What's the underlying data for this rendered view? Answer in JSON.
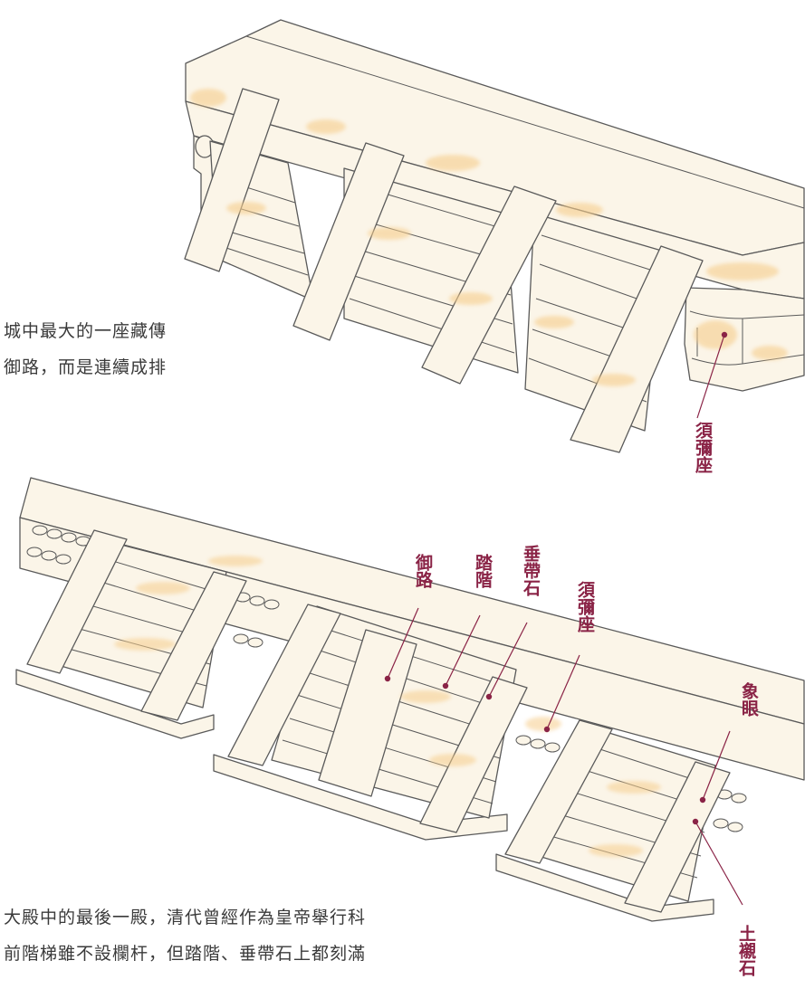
{
  "top_text": {
    "lines": [
      "城中最大的一座藏傳",
      "御路，而是連續成排"
    ]
  },
  "bottom_text": {
    "lines": [
      "大殿中的最後一殿，清代曾經作為皇帝舉行科",
      "前階梯雖不設欄杆，但踏階、垂帶石上都刻滿"
    ]
  },
  "labels": {
    "top_xumizuo": "須彌座",
    "yulu": "御路",
    "tajie": "踏階",
    "chuidaishi": "垂帶石",
    "xumizuo": "須彌座",
    "xiangyan": "象眼",
    "tuchenshi": "土襯石"
  },
  "colors": {
    "ink": "#5a5a5a",
    "stone": "#fbf5e8",
    "ochre": "#f6cd8c",
    "label": "#8a2346"
  }
}
